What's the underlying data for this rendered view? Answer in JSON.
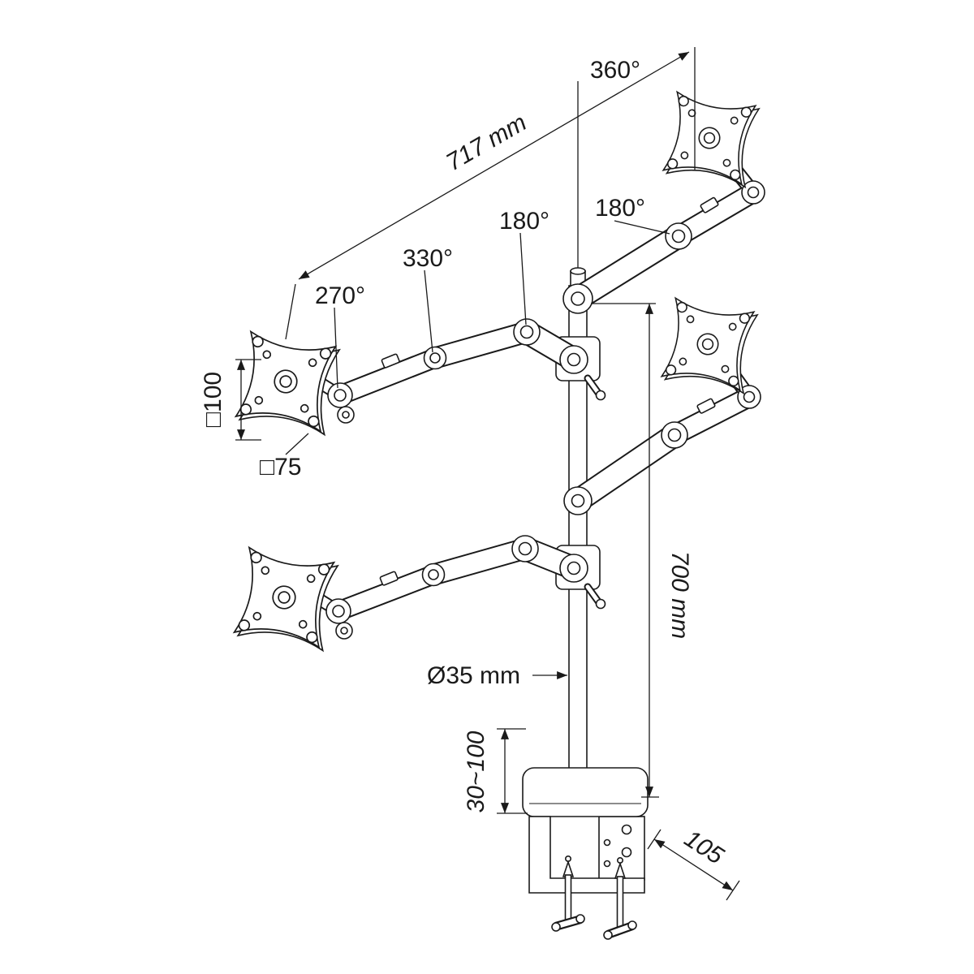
{
  "diagram": {
    "type": "technical-dimension-drawing",
    "subject": "quad monitor desk mount arm with pole and desk clamp",
    "background_color": "#ffffff",
    "line_color": "#1a1a1a",
    "labels": {
      "rotation_top": "360°",
      "width": "717 mm",
      "rotation_arm_right": "180°",
      "rotation_arm_left": "180°",
      "rotation_330": "330°",
      "rotation_270": "270°",
      "vesa_100": "□100",
      "vesa_75": "□75",
      "pole_height": "700 mm",
      "pole_diameter": "Ø35 mm",
      "clamp_range": "30~100",
      "clamp_depth": "105"
    }
  }
}
